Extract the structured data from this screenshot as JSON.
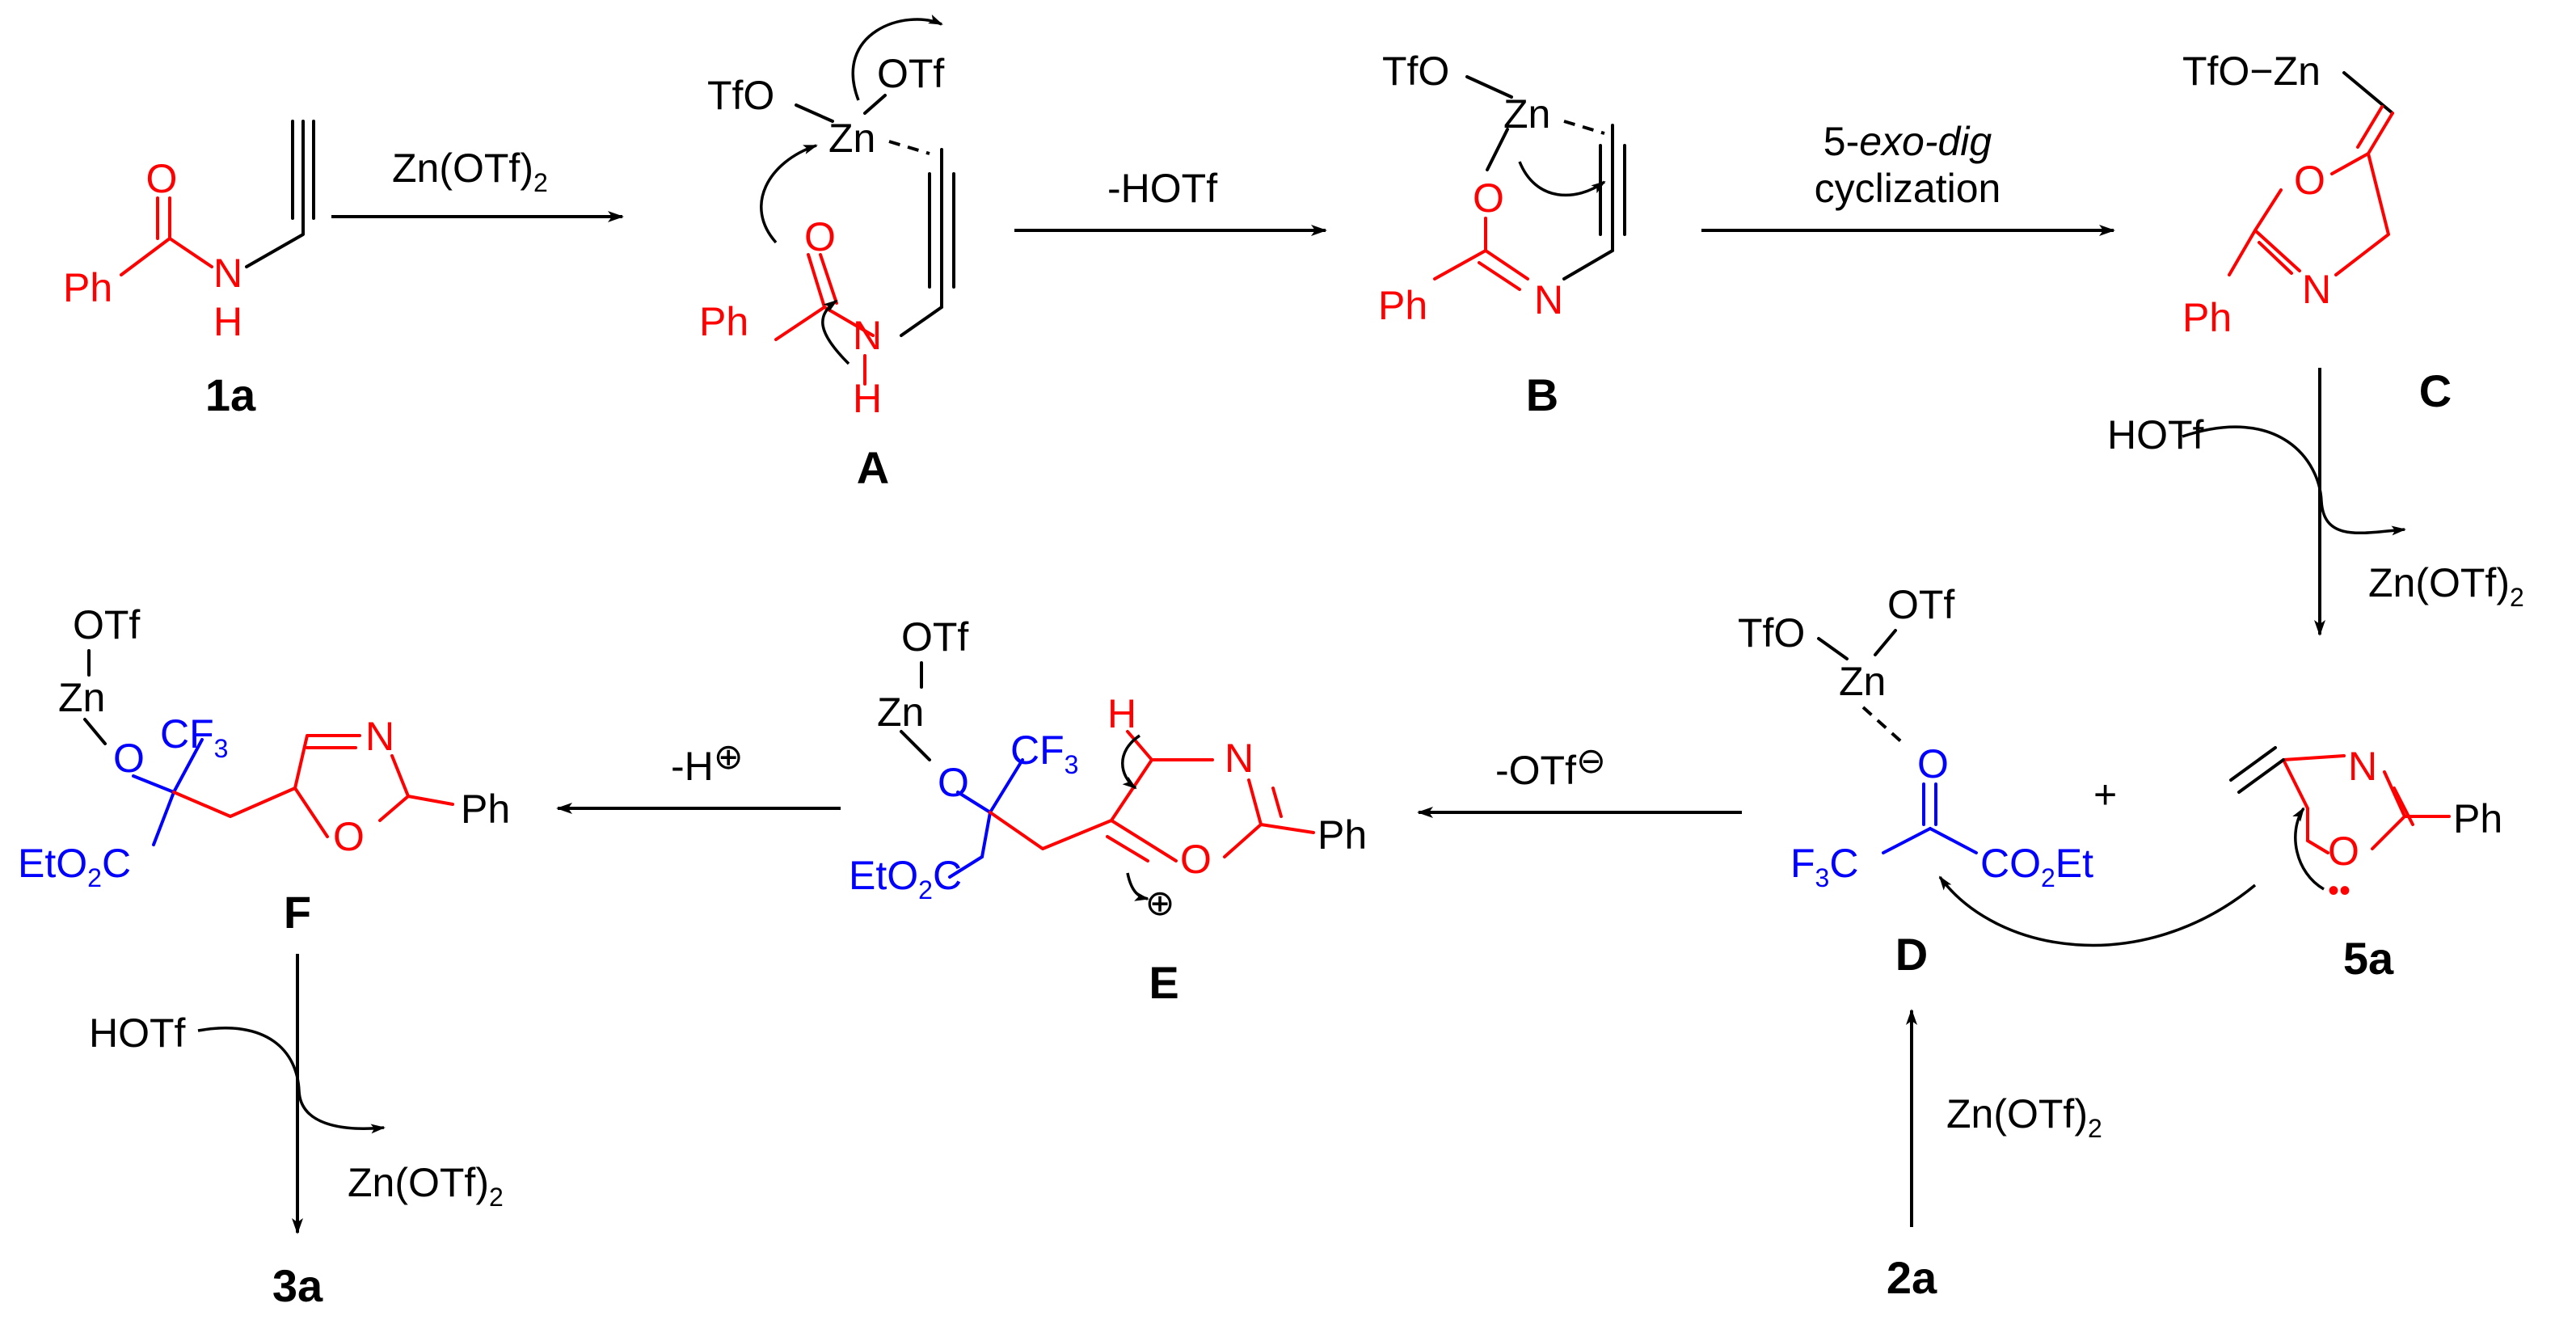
{
  "colors": {
    "ink": "#000000",
    "substrate": "#ff0000",
    "ketone": "#0000ff"
  },
  "compounds": {
    "c1a": "1a",
    "cA": "A",
    "cB": "B",
    "cC": "C",
    "c5a": "5a",
    "cD": "D",
    "cE": "E",
    "cF": "F",
    "c2a": "2a",
    "c3a": "3a"
  },
  "reagents": {
    "step1": "Zn(OTf)",
    "step1_sub": "2",
    "step2": "-HOTf",
    "step3_a_pre": "5-",
    "step3_a_it": "exo-dig",
    "step3_b": "cyclization",
    "step4_in": "HOTf",
    "step4_out": "Zn(OTf)",
    "step4_out_sub": "2",
    "step5": "Zn(OTf)",
    "step5_sub": "2",
    "plus": "+",
    "step6_pre": "-OTf",
    "step6_sym": "⊖",
    "step7_pre": "-H",
    "step7_sym": "⊕",
    "step8_in": "HOTf",
    "step8_out": "Zn(OTf)",
    "step8_out_sub": "2"
  },
  "atoms": {
    "O": "O",
    "N": "N",
    "H": "H",
    "Ph": "Ph",
    "Zn": "Zn",
    "OTf": "OTf",
    "TfO": "TfO",
    "TfO_Zn": "TfO−Zn",
    "CF": "CF",
    "F": "F",
    "sub3": "3",
    "sub2": "2",
    "C": "C",
    "EtO": "EtO",
    "CO": "CO",
    "Et": "Et",
    "cation": "⊕",
    "lonepair": "••"
  }
}
